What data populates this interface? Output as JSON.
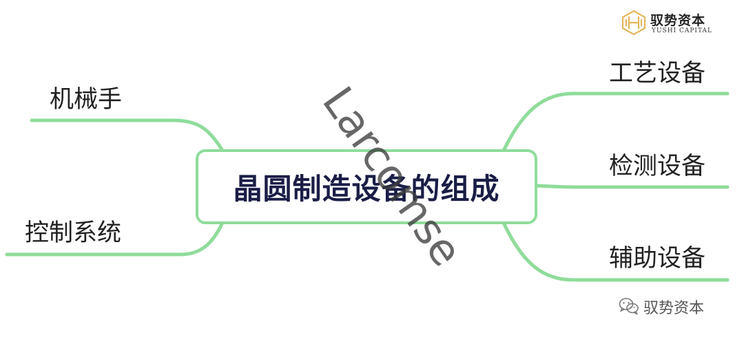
{
  "diagram": {
    "center": "晶圆制造设备的组成",
    "left_branches": [
      "机械手",
      "控制系统"
    ],
    "right_branches": [
      "工艺设备",
      "检测设备",
      "辅助设备"
    ]
  },
  "logo": {
    "name": "驭势资本",
    "subtitle": "YUSHI CAPITAL"
  },
  "wechat": {
    "label": "驭势资本",
    "icon": "wechat-icon"
  },
  "watermark": "Larcomse",
  "colors": {
    "branch": "#8fdc9a",
    "center_text": "#1a1d47"
  }
}
